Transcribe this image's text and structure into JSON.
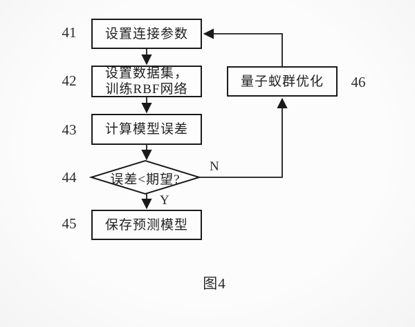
{
  "figure": {
    "caption": "图4"
  },
  "flow": {
    "nodes": [
      {
        "num": "41",
        "text": "设置连接参数"
      },
      {
        "num": "42",
        "text": "设置数据集，训练RBF网络"
      },
      {
        "num": "43",
        "text": "计算模型误差"
      },
      {
        "num": "44",
        "text": "误差<期望?"
      },
      {
        "num": "45",
        "text": "保存预测模型"
      },
      {
        "num": "46",
        "text": "量子蚁群优化"
      }
    ],
    "branch_labels": {
      "no": "N",
      "yes": "Y"
    },
    "colors": {
      "line": "#1a1a1a",
      "text": "#222222",
      "node_fill": "#fdfdfd",
      "background": "#f7f7f8"
    }
  }
}
